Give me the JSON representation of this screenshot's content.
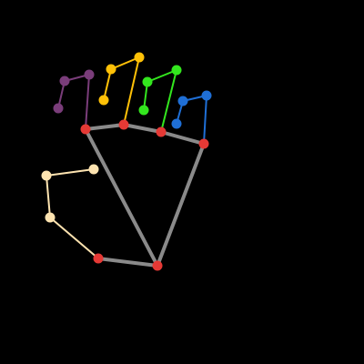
{
  "diagram": {
    "type": "hand-landmark-skeleton",
    "background_color": "#000000",
    "joint_count": 21,
    "palette": {
      "palm": "#8a8a8a",
      "joint": "#e53935",
      "thumb": "#fde3b0",
      "index": "#7a3d7a",
      "middle": "#ffc107",
      "ring": "#33e61e",
      "pinky": "#1f6fd6"
    },
    "groups": [
      "palm",
      "thumb",
      "index",
      "middle",
      "ring",
      "pinky"
    ]
  }
}
